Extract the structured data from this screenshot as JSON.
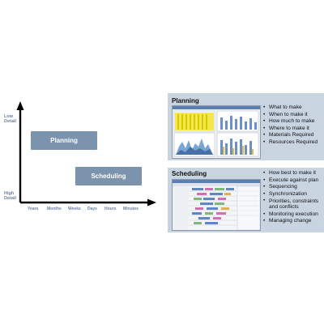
{
  "diagram": {
    "y_axis": {
      "top_label": "Low\nDetail",
      "bottom_label": "High\nDetail"
    },
    "x_ticks": [
      "Years",
      "Months",
      "Weeks",
      "Days",
      "Hours",
      "Minutes"
    ],
    "blocks": [
      {
        "label": "Planning"
      },
      {
        "label": "Scheduling"
      }
    ],
    "colors": {
      "block": "#7b93ad",
      "axis": "#000000",
      "axis_text": "#6d7f9a"
    }
  },
  "panels": [
    {
      "title": "Planning",
      "screenshot_icon": "planning-dashboard-screenshot",
      "bullets": [
        "What to make",
        "When to make it",
        "How much to make",
        "Where to make it",
        "Materials Required",
        "Resources Required"
      ]
    },
    {
      "title": "Scheduling",
      "screenshot_icon": "scheduling-gantt-screenshot",
      "bullets": [
        "How best to make it",
        "Execute against plan",
        "Sequencing",
        "Synchronization",
        "Priorities, constraints and conflicts",
        "Monitoring execution",
        "Managing change"
      ]
    }
  ],
  "colors": {
    "panel_bg": "#c9d4e1"
  }
}
